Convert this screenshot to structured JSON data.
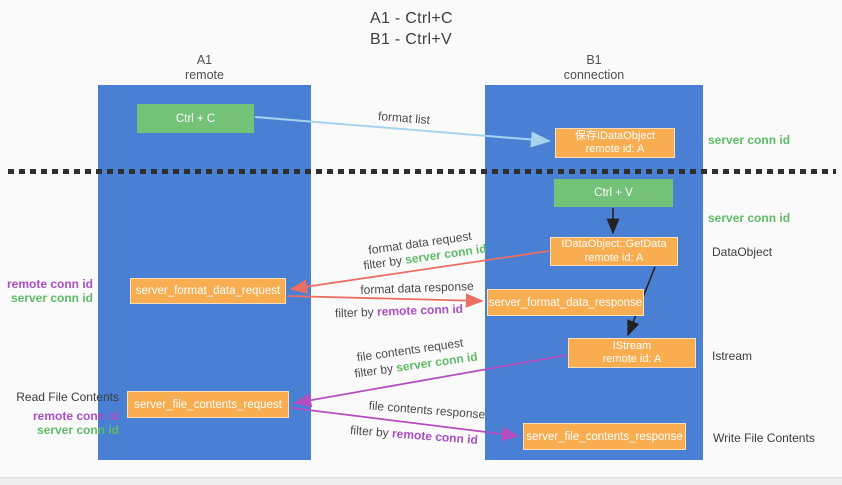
{
  "colors": {
    "background": "#fafafa",
    "column_blue": "#4a80d3",
    "box_green": "#74c178",
    "box_orange": "#f9ad51",
    "arrow_light_blue": "#a6d3ee",
    "arrow_red": "#ea6e62",
    "arrow_magenta": "#b44ec0",
    "arrow_black": "#222222",
    "label_green": "#5fbc66",
    "label_purple": "#a94fc5",
    "text_dark": "#3e3e3e"
  },
  "title": {
    "line1": "A1 - Ctrl+C",
    "line2": "B1 - Ctrl+V"
  },
  "columns": {
    "a": {
      "id": "A1",
      "role": "remote"
    },
    "b": {
      "id": "B1",
      "role": "connection"
    }
  },
  "nodes": {
    "ctrl_c": "Ctrl + C",
    "ctrl_v": "Ctrl + V",
    "save_dataobject": {
      "line1": "保存IDataObject",
      "line2": "remote id: A"
    },
    "getdata": {
      "line1": "IDataObject::GetData",
      "line2": "remote id: A"
    },
    "istream": {
      "line1": "IStream",
      "line2": "remote id: A"
    },
    "format_request": "server_format_data_request",
    "format_response": "server_format_data_response",
    "file_request": "server_file_contents_request",
    "file_response": "server_file_contents_response"
  },
  "labels": {
    "server_conn_id_top": "server conn id",
    "server_conn_id_mid": "server conn id",
    "dataobject": "DataObject",
    "istream": "Istream",
    "write_file_contents": "Write File Contents",
    "read_file_contents": "Read File Contents",
    "left_remote_conn_id_1": "remote conn id",
    "left_server_conn_id_1": "server conn id",
    "left_remote_conn_id_2": "remote conn id",
    "left_server_conn_id_2": "server conn id"
  },
  "arrows": {
    "format_list": {
      "label": "format list"
    },
    "format_data_request": {
      "label": "format data request",
      "filter_prefix": "filter by",
      "filter_key": "server conn id"
    },
    "format_data_response": {
      "label": "format data response",
      "filter_prefix": "filter by",
      "filter_key": "remote conn id"
    },
    "file_contents_request": {
      "label": "file contents request",
      "filter_prefix": "filter by",
      "filter_key": "server conn id"
    },
    "file_contents_response": {
      "label": "file contents response",
      "filter_prefix": "filter by",
      "filter_key": "remote conn id"
    }
  }
}
